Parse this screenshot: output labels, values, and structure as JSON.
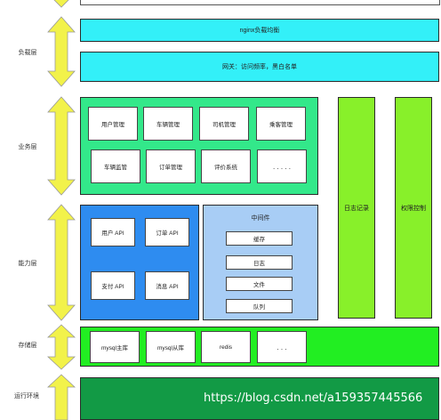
{
  "layers": {
    "load_balance": "负载层",
    "business": "业务层",
    "capability": "能力层",
    "storage": "存储层",
    "runtime": "运行环境"
  },
  "load_balance": {
    "nginx": "nginx负载均衡",
    "gateway": "网关：访问频率，黑白名单"
  },
  "business_modules": [
    "用户管理",
    "车辆管理",
    "司机管理",
    "乘客管理",
    "车辆监管",
    "订单管理",
    "评价系统",
    ". . . . ."
  ],
  "capability": {
    "apis": [
      "用户 API",
      "订单 API",
      "支付 API",
      "消息 API"
    ],
    "middleware_title": "中间件",
    "middleware_items": [
      "缓存",
      "日志",
      "文件",
      "队列"
    ]
  },
  "side_panels": {
    "log": "日志记录",
    "permission": "权限控制"
  },
  "storage_items": [
    "mysql主库",
    "mysql从库",
    "redis",
    ". . ."
  ],
  "watermark": "https://blog.csdn.net/a159357445566",
  "colors": {
    "cyan": "#33f0f8",
    "green": "#33e88a",
    "blue": "#2e8cf0",
    "light_blue": "#a8cdf5",
    "lime": "#88f02a",
    "bright_green": "#22ee22",
    "dark_green": "#129a45",
    "arrow_yellow": "#f2f24a"
  }
}
